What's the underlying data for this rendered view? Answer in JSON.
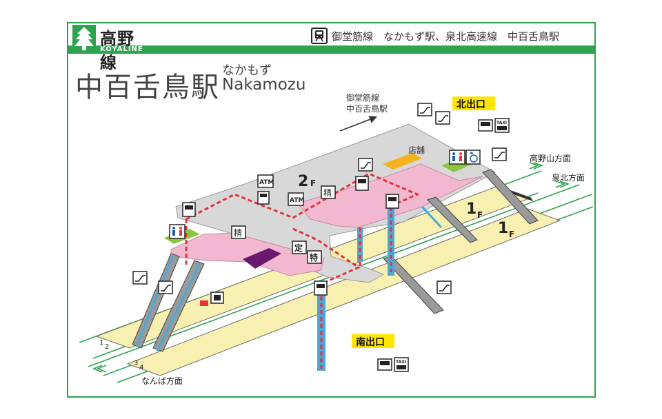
{
  "header": {
    "line_name": "高野線",
    "line_name_en": "KOYALINE",
    "transfer_icon": "train-icon",
    "transfer_text": "御堂筋線　なかもず駅、泉北高速線　中百舌鳥駅"
  },
  "station": {
    "name_jp": "中百舌鳥駅",
    "name_kana": "なかもず",
    "name_en": "Nakamozu"
  },
  "labels": {
    "subway_line1": "御堂筋線",
    "subway_line2": "中百舌鳥駅",
    "north_exit": "北出口",
    "south_exit": "南出口",
    "shop": "店舗",
    "floor_2f": "2",
    "floor_1f_a": "1",
    "floor_1f_b": "1",
    "floor_suffix": "F",
    "koyasan": "高野山方面",
    "senboku": "泉北方面",
    "namba": "なんば方面",
    "atm1": "ATM",
    "atm2": "ATM",
    "seisan1": "精",
    "seisan2": "精",
    "teiki": "定",
    "tokkyu": "特",
    "track1": "1",
    "track2": "2",
    "track3": "3",
    "track4": "4",
    "taxi1": "TAXI",
    "taxi2": "TAXI"
  },
  "colors": {
    "line_green": "#2ea44f",
    "concourse_pink": "#f2b8cf",
    "concourse_gray": "#d8d8d8",
    "platform_yellow": "#f8f0b0",
    "exit_yellow": "#ffe600",
    "route_red": "#e8303a",
    "stair_blue": "#4aa8d8",
    "ticket_purple": "#6a1a6e",
    "shop_orange": "#f5b21a",
    "toilet_green": "#8cc63f"
  },
  "icons": [
    "tree-logo-icon",
    "train-icon",
    "escalator-icon",
    "elevator-icon",
    "toilet-icon",
    "wheelchair-icon",
    "bus-icon",
    "taxi-icon",
    "atm-icon",
    "ticket-machine-icon",
    "locker-icon"
  ]
}
